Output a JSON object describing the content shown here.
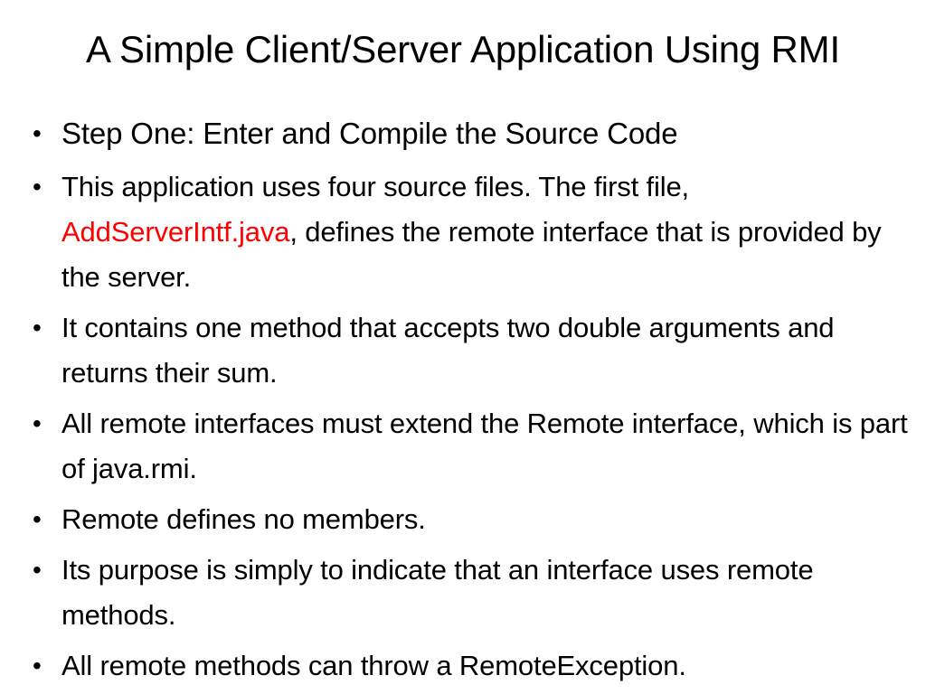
{
  "slide": {
    "title": "A Simple Client/Server Application Using RMI",
    "background_color": "#ffffff",
    "text_color": "#000000",
    "highlight_color": "#ff0000",
    "bullet_glyph": "•",
    "bullets": [
      {
        "marker": "•",
        "text": "Step One: Enter and Compile the Source Code"
      },
      {
        "marker": "•",
        "text_before": "This application uses four source files. The first file, ",
        "highlight": "AddServerIntf.java",
        "text_after": ", defines the remote interface that is provided by the server."
      },
      {
        "marker": "•",
        "text": "It contains one method that accepts two double arguments and returns their sum."
      },
      {
        "marker": "•",
        "text": "All remote interfaces must extend the Remote interface, which is part of java.rmi."
      },
      {
        "marker": "•",
        "text": "Remote defines no members."
      },
      {
        "marker": "•",
        "text": "Its purpose is simply to indicate that an interface uses remote methods."
      },
      {
        "marker": "•",
        "text": "All remote methods can throw a RemoteException."
      }
    ]
  }
}
